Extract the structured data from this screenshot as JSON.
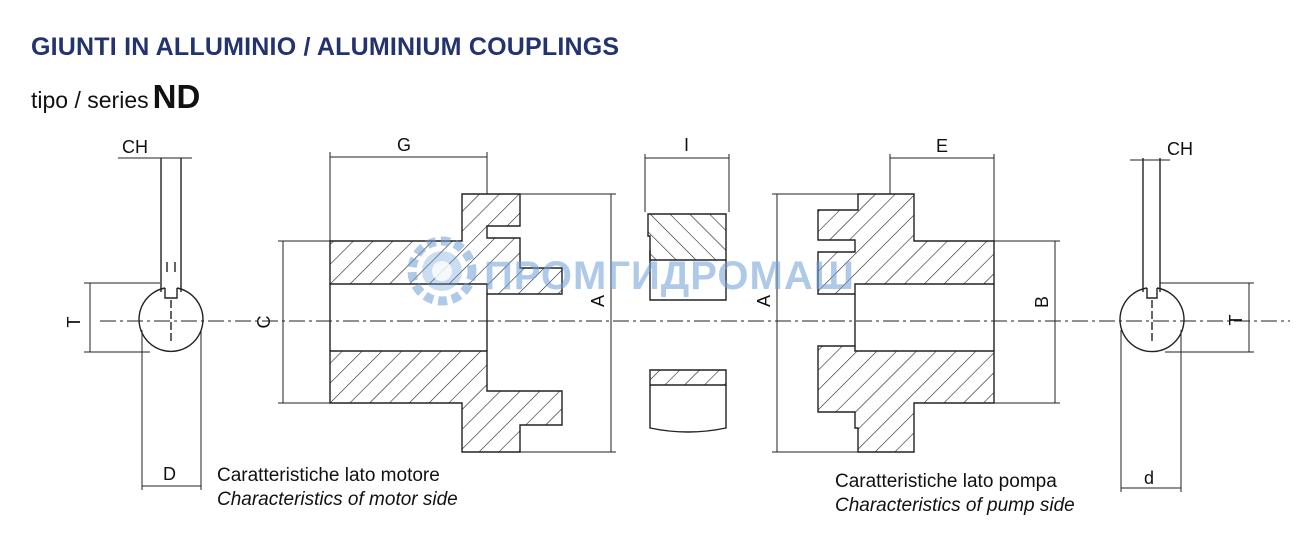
{
  "header": {
    "title": "GIUNTI IN ALLUMINIO / ALUMINIUM COUPLINGS",
    "subtitle_prefix": "tipo / series",
    "series_code": "ND"
  },
  "dimension_labels": {
    "ch_left": "CH",
    "t_left": "T",
    "d_upper": "D",
    "c": "C",
    "g": "G",
    "a_left": "A",
    "i": "I",
    "a_right": "A",
    "e": "E",
    "b": "B",
    "ch_right": "CH",
    "t_right": "T",
    "d_lower": "d"
  },
  "captions": {
    "motor_it": "Caratteristiche lato motore",
    "motor_en": "Characteristics of motor side",
    "pump_it": "Caratteristiche lato pompa",
    "pump_en": "Characteristics of pump side"
  },
  "watermark": {
    "text": "ПРОМГИДРОМАШ",
    "color": "#6b9fd6"
  }
}
